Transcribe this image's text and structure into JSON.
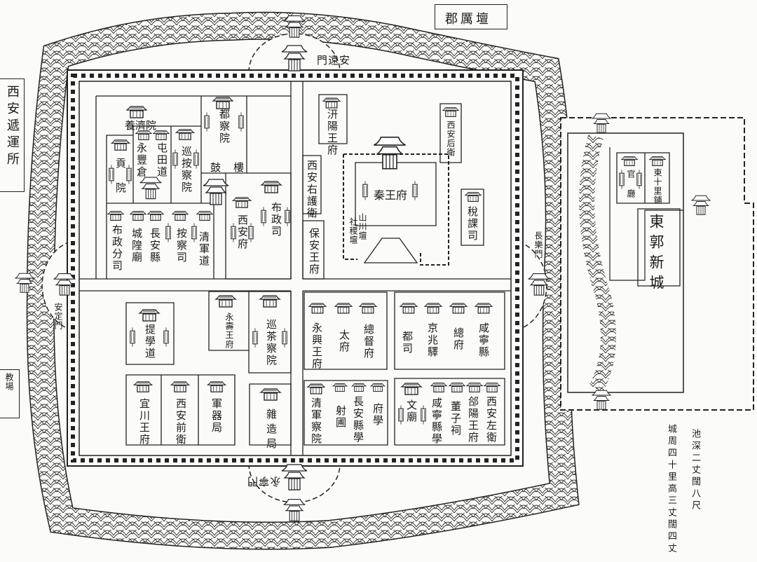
{
  "title_box": "郡厲壇",
  "outside": {
    "relay_station": "西安遞運所",
    "drill_ground": "教場"
  },
  "gates": {
    "north": "安遠門",
    "south": "永寧門",
    "east": "長樂門",
    "west": "安定門"
  },
  "notes": {
    "moat": "池深二丈闊八尺",
    "wall": "城周四十里高三丈闊四丈"
  },
  "east_suburb": {
    "name": "東郭新城",
    "hall": "官廳",
    "post": "東十里鋪"
  },
  "northwest": {
    "relief_house": "養濟院",
    "censorate": "都察院",
    "drum_tower": "鼓樓",
    "exam_hall": "貢院",
    "granary": "永豐倉",
    "farm_circuit": "屯田道",
    "inspector_court": "巡按察院",
    "provincial_branch": "布政分司",
    "city_god_temple": "城隍廟",
    "changan_county": "長安縣",
    "judicial_commission": "按察司",
    "military_circuit": "清軍道",
    "xian_prefecture": "西安府",
    "provincial_admin": "布政司"
  },
  "northeast": {
    "qianyang_palace": "汧陽王府",
    "rear_guard": "西安后衛",
    "right_guard": "西安右護衛",
    "baoan_palace": "保安王府",
    "qin_palace": "秦王府",
    "altar_state": "社稷壇",
    "altar_mountains": "山川壇",
    "tax_office": "稅課司"
  },
  "southwest": {
    "education_circuit": "提學道",
    "yongshou_palace": "永壽王府",
    "tea_inspector": "巡茶察院",
    "yichuan_palace": "宜川王府",
    "front_guard": "西安前衛",
    "armory": "軍器局",
    "workshop": "雜造局"
  },
  "southeast": {
    "yongxing_palace": "永興王府",
    "taifu": "太府",
    "governor_general": "總督府",
    "regional_command": "都司",
    "jingzhao_station": "京兆驛",
    "zongfu": "總府",
    "xianning_county": "咸寧縣",
    "military_court": "清軍察院",
    "archery_ground": "射圃",
    "changan_school": "長安縣學",
    "prefecture_school": "府學",
    "confucius_temple": "文廟",
    "xianning_school": "咸寧縣學",
    "dongzi_shrine": "董子祠",
    "heyang_palace": "郃陽王府",
    "left_guard": "西安左衛"
  }
}
